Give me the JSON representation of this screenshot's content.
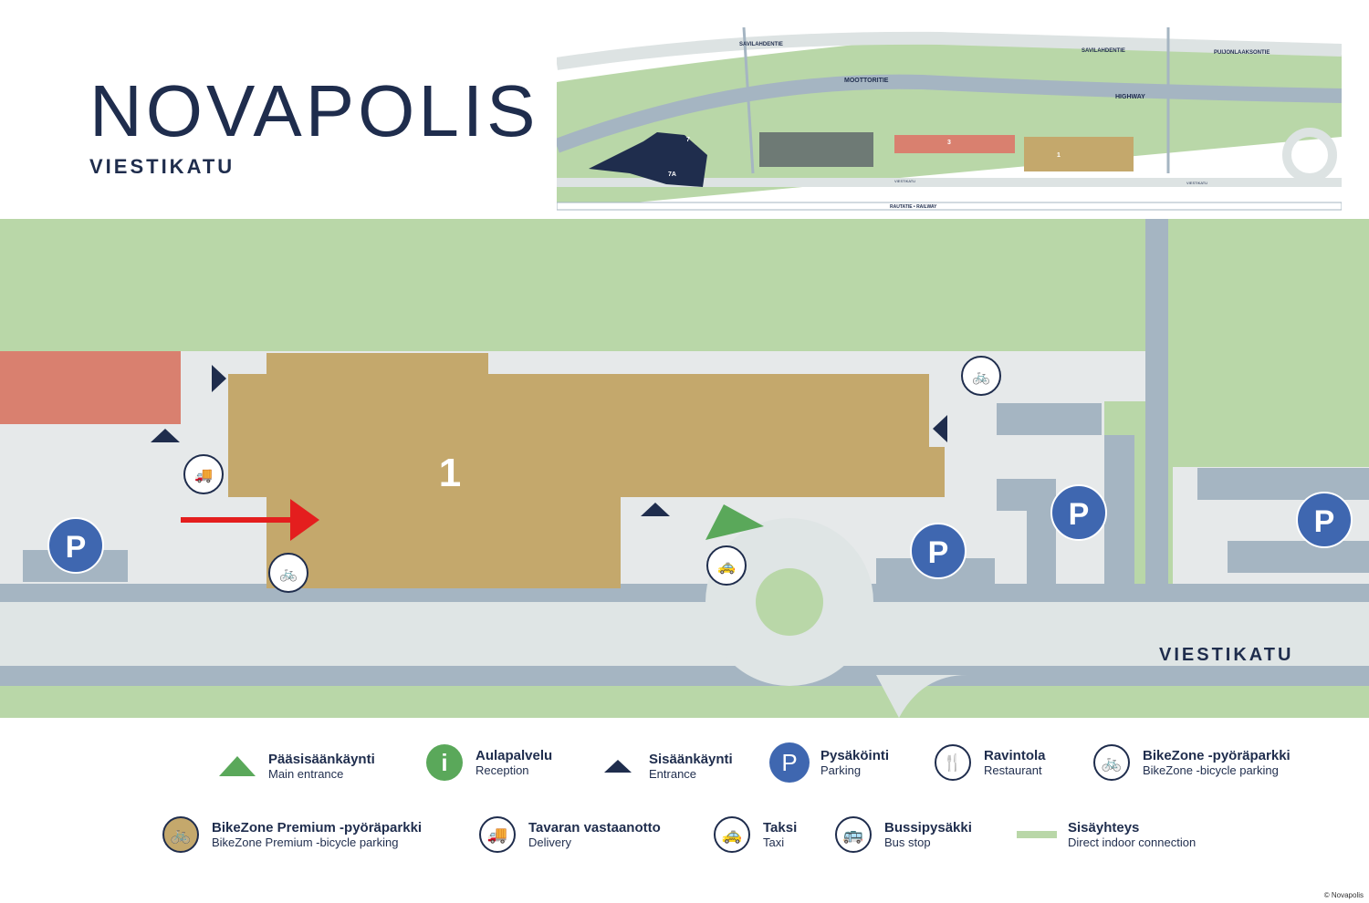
{
  "header": {
    "title": "NOVAPOLIS",
    "subtitle": "VIESTIKATU"
  },
  "overview_map": {
    "roads": [
      "SAVILAHDENTIE",
      "SAVILAHDENTIE",
      "PUIJONLAAKSONTIE",
      "MOOTTORITIE",
      "HIGHWAY",
      "VIESTIKATU",
      "VIESTIKATU",
      "RAUTATIE • RAILWAY"
    ],
    "buildings": [
      "7",
      "7A",
      "3",
      "1"
    ]
  },
  "main_map": {
    "building_label": "1",
    "street_label": "VIESTIKATU",
    "parking_label": "P",
    "colors": {
      "green": "#b9d7a8",
      "building": "#c4a86c",
      "neighbor": "#d9806f",
      "road": "#a5b5c2",
      "parking": "#3f67b0",
      "arrow": "#e41e1e"
    }
  },
  "legend": [
    {
      "icon": "main-entrance-icon",
      "title": "Pääsisäänkäynti",
      "sub": "Main entrance"
    },
    {
      "icon": "reception-icon",
      "title": "Aulapalvelu",
      "sub": "Reception"
    },
    {
      "icon": "entrance-icon",
      "title": "Sisäänkäynti",
      "sub": "Entrance"
    },
    {
      "icon": "parking-icon",
      "title": "Pysäköinti",
      "sub": "Parking"
    },
    {
      "icon": "restaurant-icon",
      "title": "Ravintola",
      "sub": "Restaurant"
    },
    {
      "icon": "bicycle-icon",
      "title": "BikeZone -pyöräparkki",
      "sub": "BikeZone -bicycle parking"
    },
    {
      "icon": "premium-bicycle-icon",
      "title": "BikeZone Premium -pyöräparkki",
      "sub": "BikeZone Premium -bicycle parking"
    },
    {
      "icon": "delivery-truck-icon",
      "title": "Tavaran vastaanotto",
      "sub": "Delivery"
    },
    {
      "icon": "taxi-icon",
      "title": "Taksi",
      "sub": "Taxi"
    },
    {
      "icon": "bus-icon",
      "title": "Bussipysäkki",
      "sub": "Bus stop"
    },
    {
      "icon": "indoor-connection-icon",
      "title": "Sisäyhteys",
      "sub": "Direct indoor connection"
    }
  ],
  "icons": {
    "i": "i",
    "P": "P",
    "bike": "🚲",
    "truck": "🚚",
    "taxi": "🚕",
    "fork": "🍴",
    "bus": "🚌"
  },
  "copyright": "© Novapolis"
}
